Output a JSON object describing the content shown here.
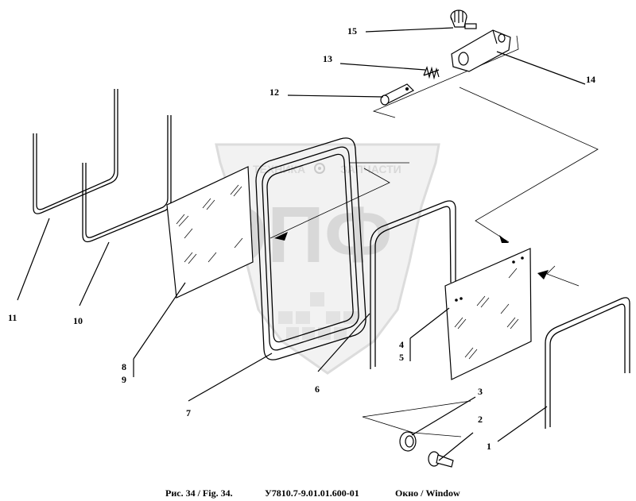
{
  "watermark": {
    "top_left": "ТЕХНИКА",
    "top_right": "ЗАПЧАСТИ",
    "big": "ЭПФ"
  },
  "callouts": {
    "c1": "1",
    "c2": "2",
    "c3": "3",
    "c4": "4",
    "c5": "5",
    "c6": "6",
    "c7": "7",
    "c8": "8",
    "c9": "9",
    "c10": "10",
    "c11": "11",
    "c12": "12",
    "c13": "13",
    "c14": "14",
    "c15": "15"
  },
  "caption": {
    "fig": "Рис. 34 / Fig. 34.",
    "code": "У7810.7-9.01.01.600-01",
    "title": "Окно / Window"
  },
  "icons": [
    "gear-icon",
    "wheat-icon"
  ]
}
